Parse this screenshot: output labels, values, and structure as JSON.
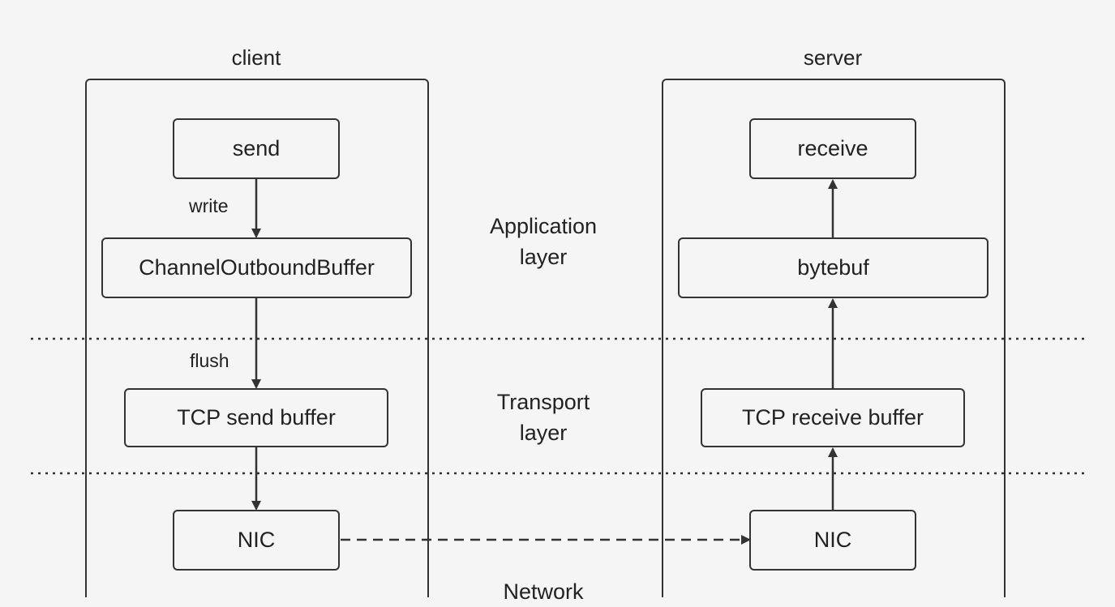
{
  "groups": {
    "client": {
      "title": "client"
    },
    "server": {
      "title": "server"
    }
  },
  "nodes": {
    "send": "send",
    "outbound_buffer": "ChannelOutboundBuffer",
    "tcp_send_buffer": "TCP send buffer",
    "client_nic": "NIC",
    "receive": "receive",
    "bytebuf": "bytebuf",
    "tcp_receive_buffer": "TCP receive buffer",
    "server_nic": "NIC"
  },
  "edge_labels": {
    "write": "write",
    "flush": "flush"
  },
  "layers": {
    "application": [
      "Application",
      "layer"
    ],
    "transport": [
      "Transport",
      "layer"
    ],
    "network": "Network"
  }
}
